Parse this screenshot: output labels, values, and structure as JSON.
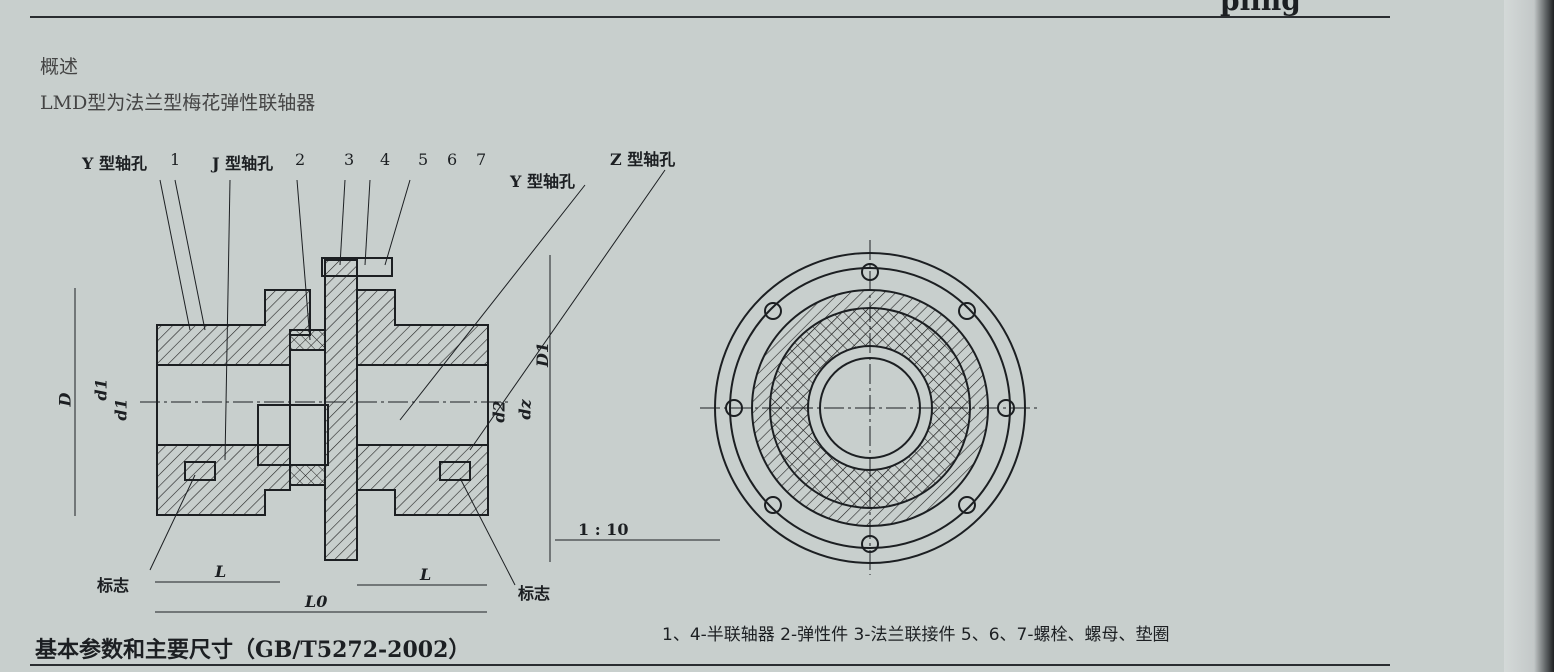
{
  "header": {
    "title_fragment": "pling"
  },
  "section": {
    "heading": "概述",
    "description": "LMD型为法兰型梅花弹性联轴器"
  },
  "figure": {
    "callouts": {
      "y_bore_left": "Y 型轴孔",
      "n1": "1",
      "j_bore": "J 型轴孔",
      "n2": "2",
      "n3": "3",
      "n4": "4",
      "n5": "5",
      "n6": "6",
      "n7": "7",
      "y_bore_right": "Y 型轴孔",
      "z_bore": "Z 型轴孔",
      "mark_left": "标志",
      "mark_right": "标志"
    },
    "dimensions": {
      "D": "D",
      "d1": "d1",
      "d1b": "d1",
      "d2": "d2",
      "dz": "dz",
      "D1": "D1",
      "L_left": "L",
      "L_right": "L",
      "L0": "L0",
      "taper": "1 : 10"
    },
    "caption": "1、4-半联轴器 2-弹性件 3-法兰联接件 5、6、7-螺栓、螺母、垫圈"
  },
  "table_heading": "基本参数和主要尺寸（GB/T5272-2002）"
}
